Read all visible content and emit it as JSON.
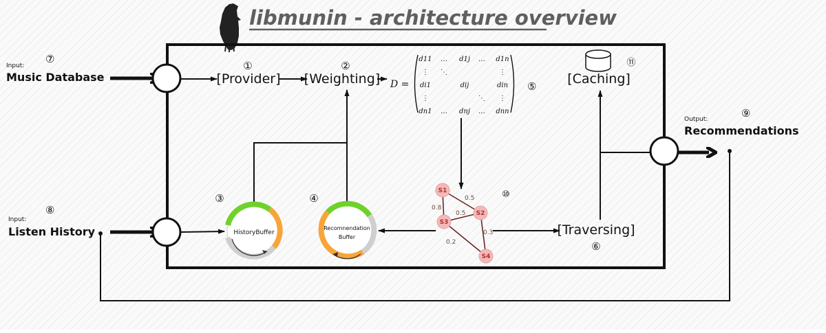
{
  "title": "libmunin - architecture overview",
  "inputs": {
    "music_database": {
      "prefix": "Input:",
      "label": "Music Database",
      "number": "⑦"
    },
    "listen_history": {
      "prefix": "Input:",
      "label": "Listen History",
      "number": "⑧"
    }
  },
  "output": {
    "prefix": "Output:",
    "label": "Recommendations",
    "number": "⑨"
  },
  "components": {
    "provider": {
      "label": "[Provider]",
      "number": "①"
    },
    "weighting": {
      "label": "[Weighting]",
      "number": "②"
    },
    "history_buffer": {
      "label": "HistoryBuffer",
      "number": "③"
    },
    "recommendation_buffer": {
      "label_line1": "Recomnendation",
      "label_line2": "Buffer",
      "number": "④"
    },
    "distance_matrix": {
      "label": "D =",
      "number": "⑤"
    },
    "traversing": {
      "label": "[Traversing]",
      "number": "⑥"
    },
    "graph": {
      "number": "⑩"
    },
    "caching": {
      "label": "[Caching]",
      "number": "⑪"
    }
  },
  "matrix": {
    "rows": [
      [
        "d11",
        "…",
        "d1j",
        "…",
        "d1n"
      ],
      [
        "⋮",
        "⋱",
        "",
        "",
        "⋮"
      ],
      [
        "di1",
        "",
        "dij",
        "",
        "din"
      ],
      [
        "⋮",
        "",
        "",
        "⋱",
        "⋮"
      ],
      [
        "dn1",
        "…",
        "dnj",
        "…",
        "dnn"
      ]
    ]
  },
  "graph": {
    "nodes": [
      "S1",
      "S2",
      "S3",
      "S4"
    ],
    "edge_labels": [
      "0.5",
      "0.8",
      "0.5",
      "0.3",
      "0.2"
    ]
  }
}
